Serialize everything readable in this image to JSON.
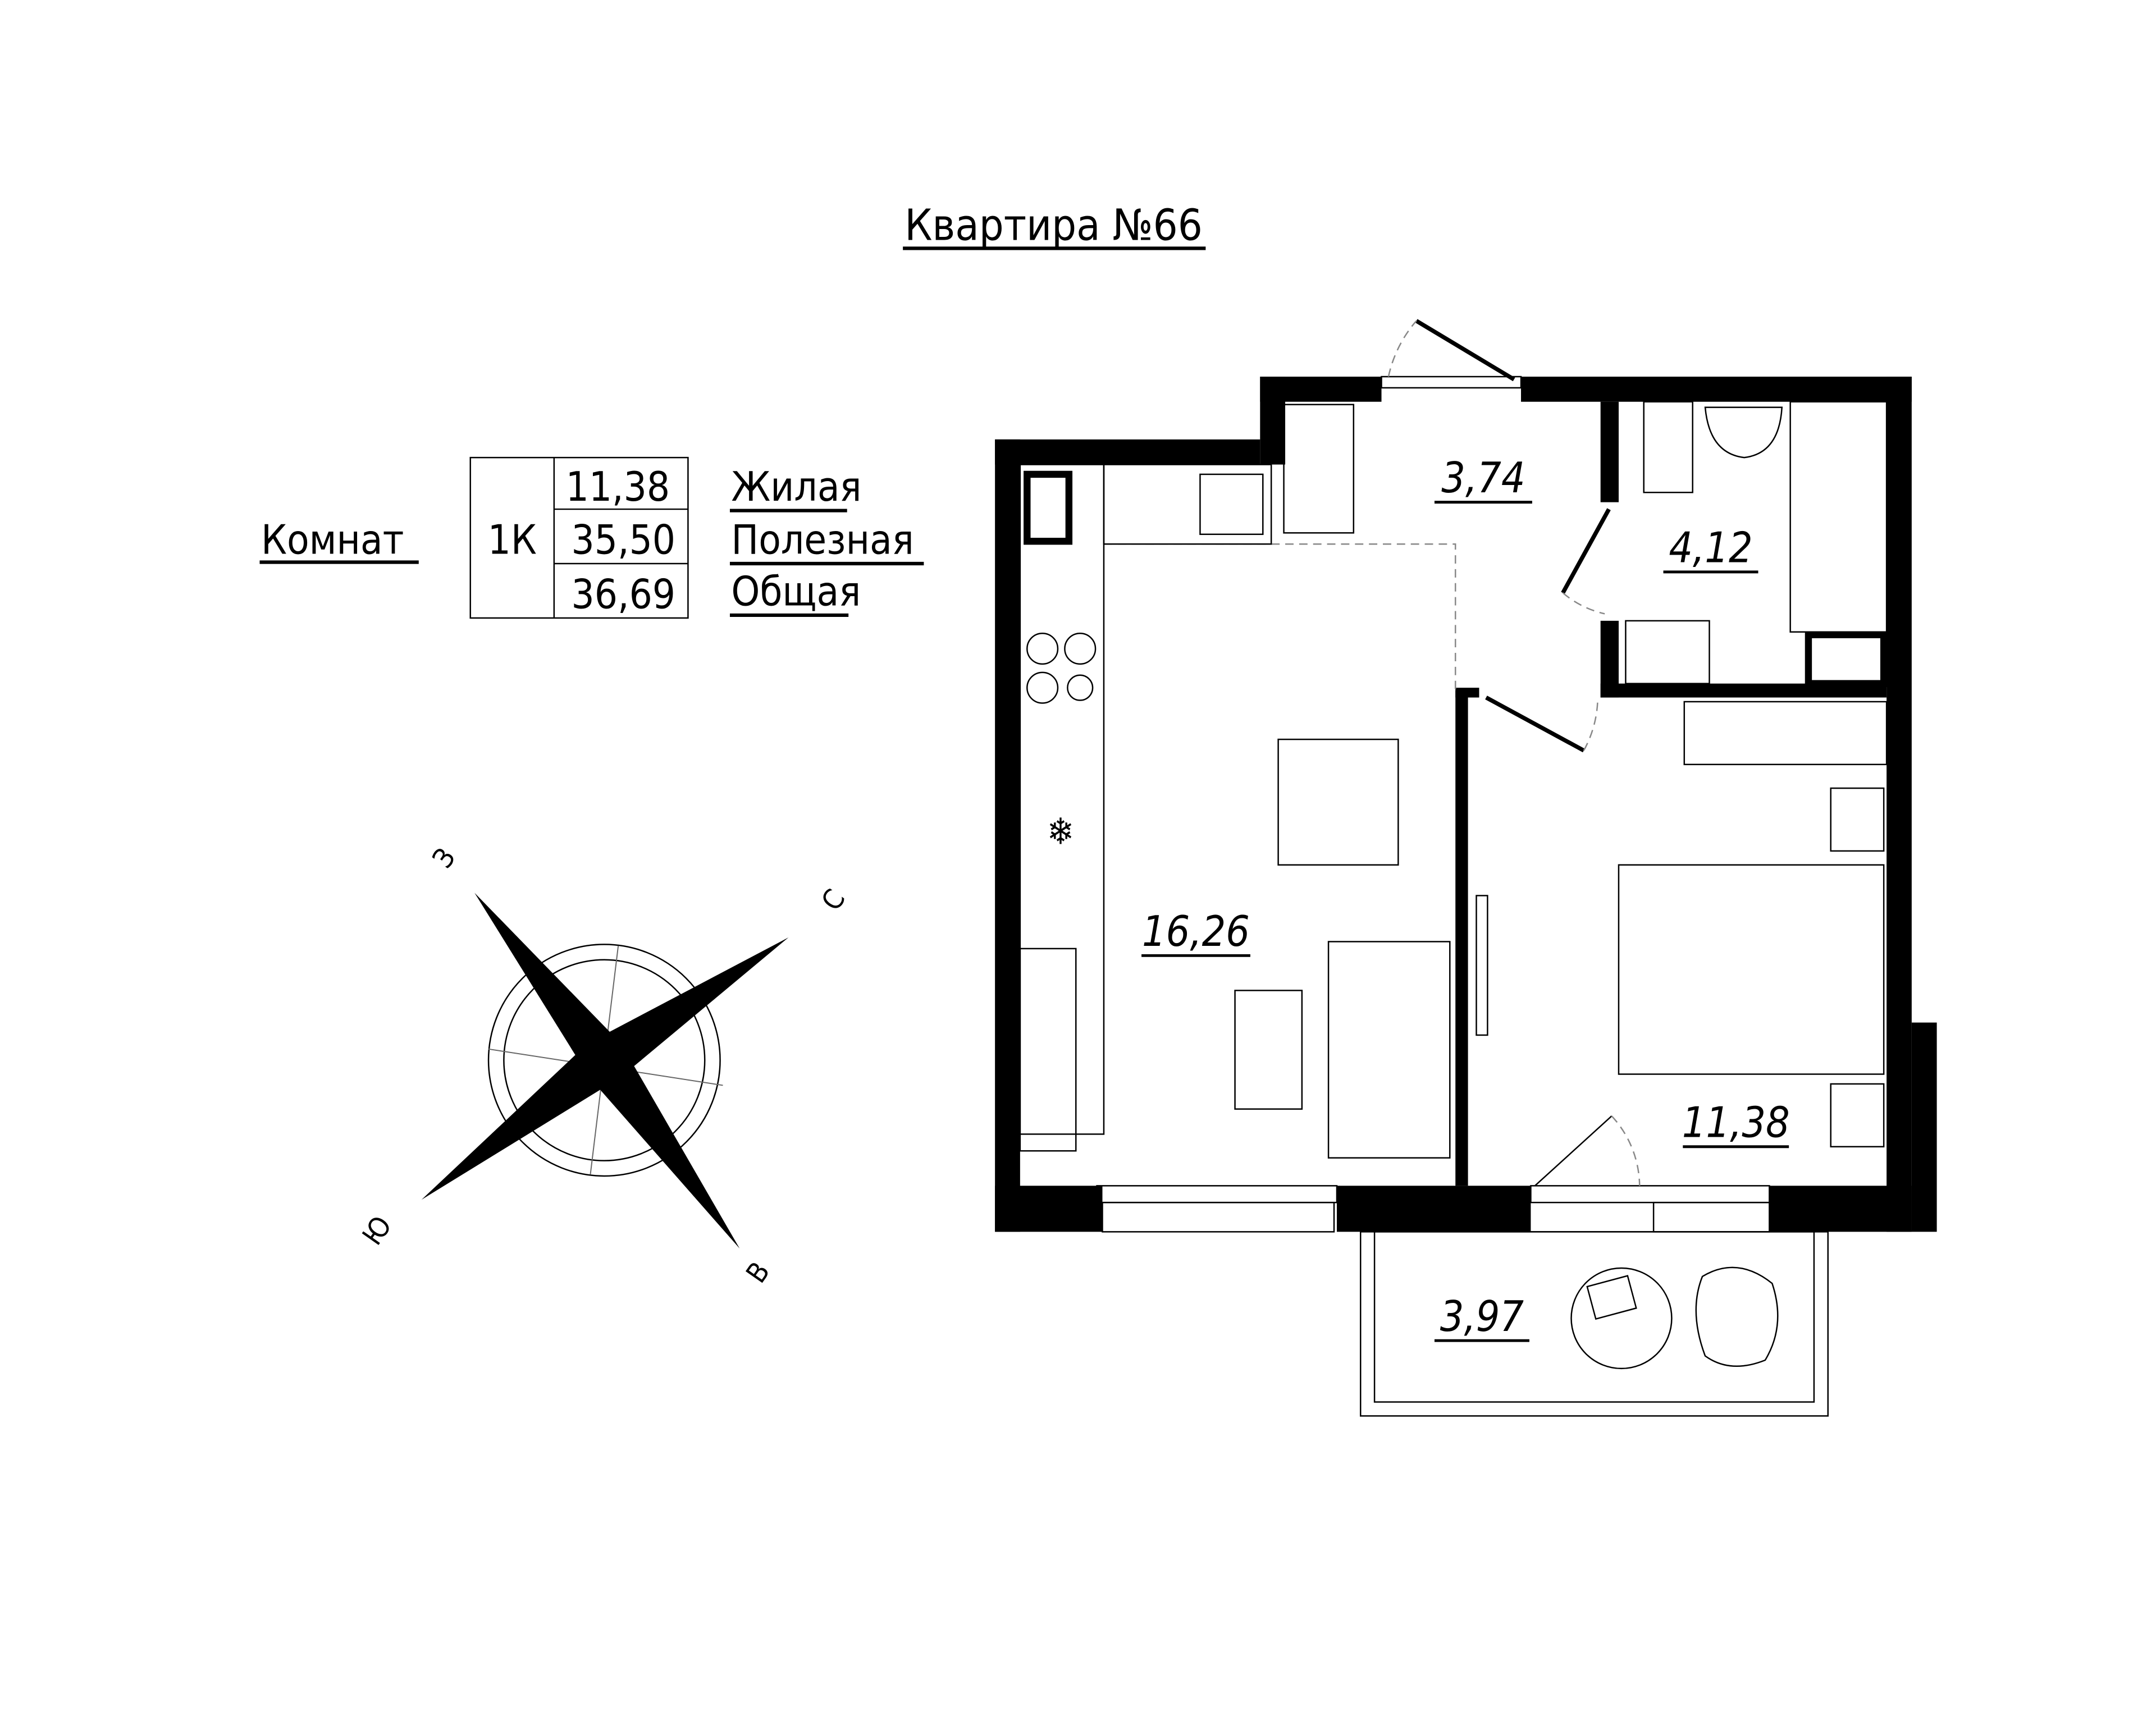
{
  "title": "Квартира №66",
  "summary": {
    "rooms_label": "Комнат",
    "rooms_value": "1К",
    "rows": [
      {
        "value": "11,38",
        "label": "Жилая"
      },
      {
        "value": "35,50",
        "label": "Полезная"
      },
      {
        "value": "36,69",
        "label": "Общая"
      }
    ]
  },
  "rooms": {
    "hallway": "3,74",
    "bathroom": "4,12",
    "kitchen_living": "16,26",
    "bedroom": "11,38",
    "balcony": "3,97"
  },
  "compass": {
    "west": "З",
    "north": "С",
    "south": "Ю",
    "east": "В"
  }
}
